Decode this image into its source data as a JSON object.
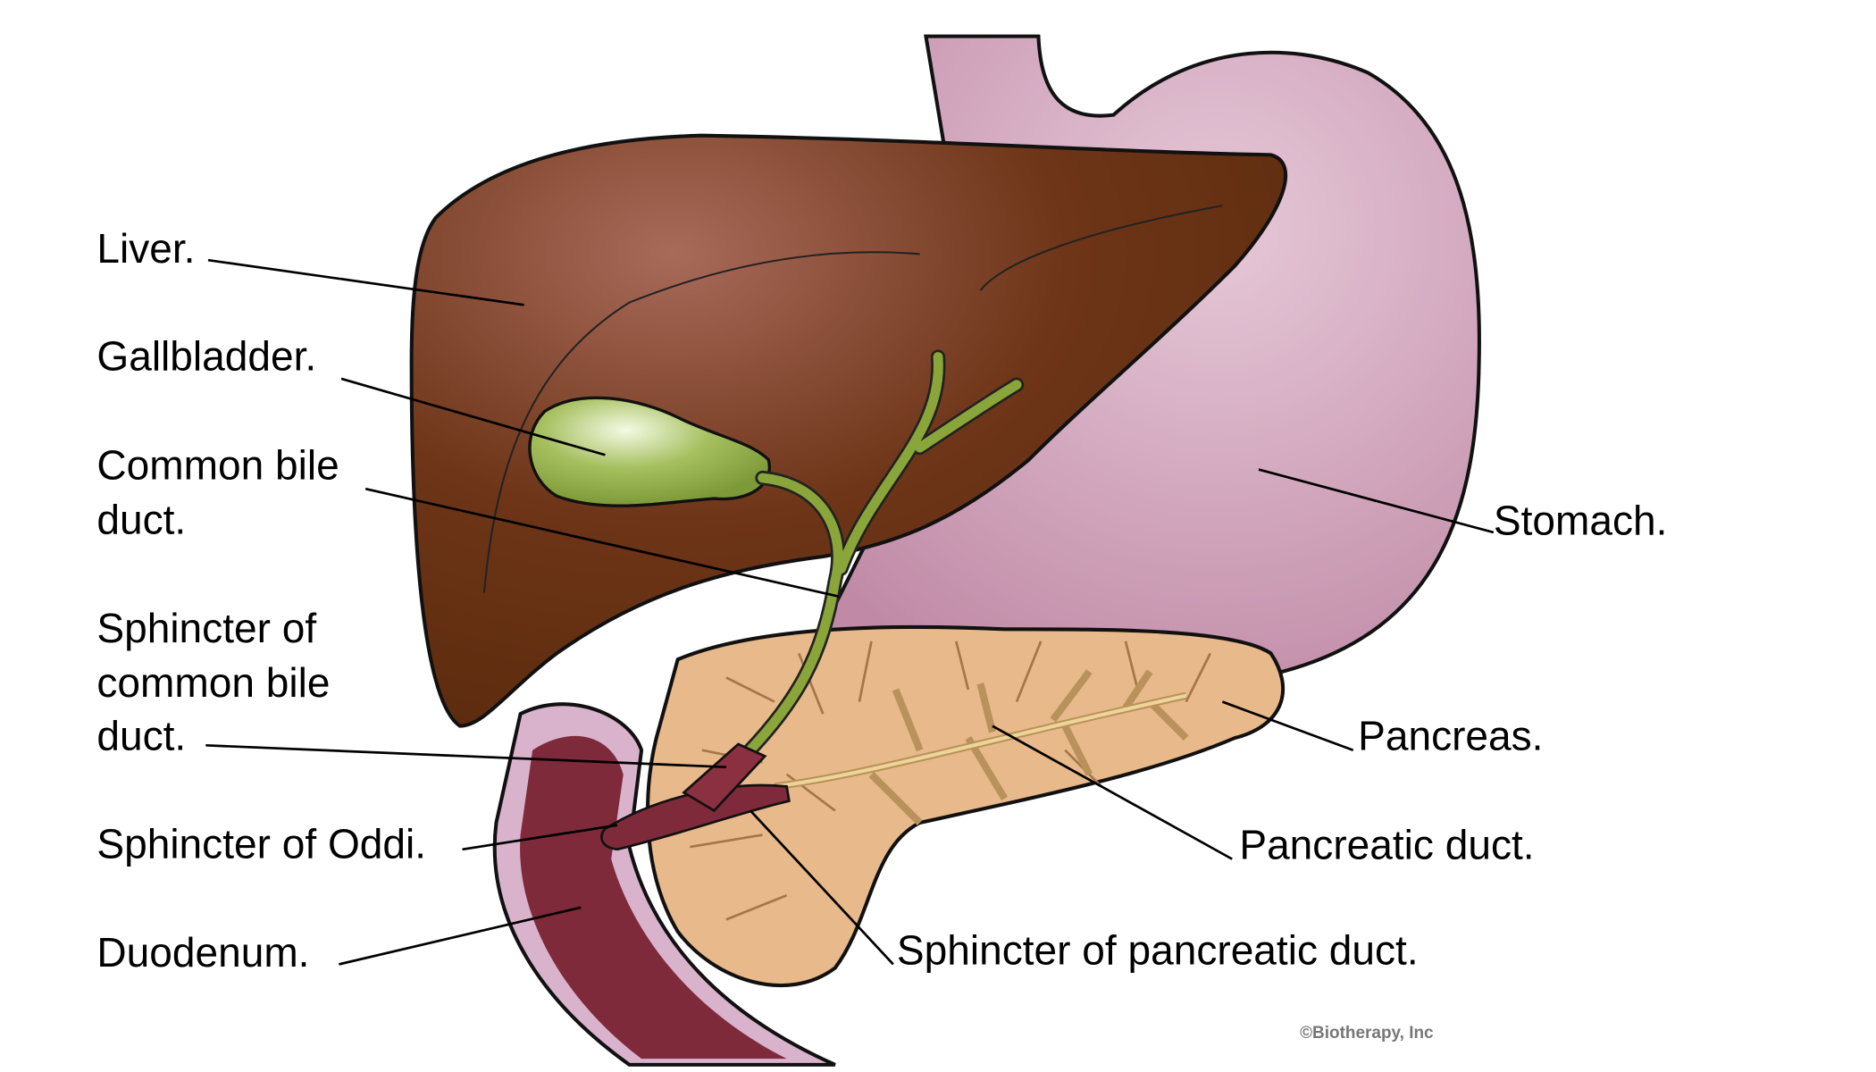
{
  "labels": {
    "liver": "Liver.",
    "gallbladder": "Gallbladder.",
    "common_bile_1": "Common bile",
    "common_bile_2": "duct.",
    "sphincter_cbd_1": "Sphincter of",
    "sphincter_cbd_2": "common bile",
    "sphincter_cbd_3": "duct.",
    "oddi": "Sphincter of Oddi.",
    "duodenum": "Duodenum.",
    "stomach": "Stomach.",
    "pancreas": "Pancreas.",
    "pancreatic_duct": "Pancreatic duct.",
    "sphincter_pd": "Sphincter of pancreatic duct."
  },
  "copyright": "©Biotherapy, Inc",
  "colors": {
    "liver": "#6b3318",
    "stomach": "#c995b0",
    "gallbladder": "#8fae3e",
    "pancreas": "#e8b98a",
    "duodenum": "#7e2a3a"
  }
}
